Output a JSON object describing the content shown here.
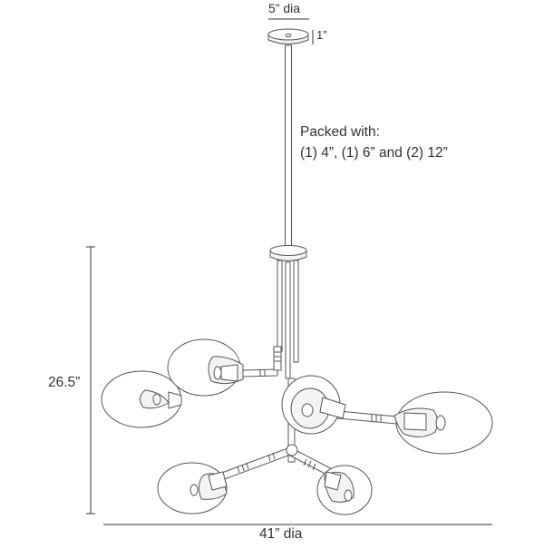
{
  "dimensions": {
    "canopy_diameter": "5” dia",
    "canopy_height": "1”",
    "packed_with_line1": "Packed with:",
    "packed_with_line2": "(1) 4”, (1) 6” and (2) 12”",
    "overall_height": "26.5”",
    "overall_width": "41” dia"
  }
}
